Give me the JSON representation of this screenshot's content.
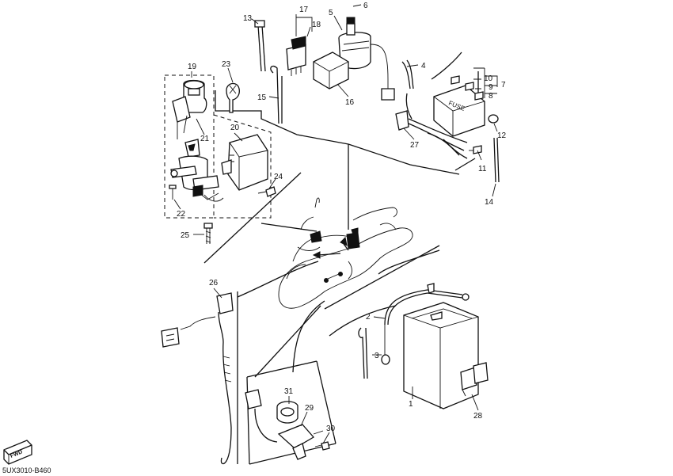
{
  "callouts": [
    {
      "id": "c1",
      "label": "1"
    },
    {
      "id": "c2",
      "label": "2"
    },
    {
      "id": "c3",
      "label": "3"
    },
    {
      "id": "c4",
      "label": "4"
    },
    {
      "id": "c5",
      "label": "5"
    },
    {
      "id": "c6",
      "label": "6"
    },
    {
      "id": "c7",
      "label": "7"
    },
    {
      "id": "c8",
      "label": "8"
    },
    {
      "id": "c9",
      "label": "9"
    },
    {
      "id": "c10",
      "label": "10"
    },
    {
      "id": "c11",
      "label": "11"
    },
    {
      "id": "c12",
      "label": "12"
    },
    {
      "id": "c13",
      "label": "13"
    },
    {
      "id": "c14",
      "label": "14"
    },
    {
      "id": "c15",
      "label": "15"
    },
    {
      "id": "c16",
      "label": "16"
    },
    {
      "id": "c17",
      "label": "17"
    },
    {
      "id": "c18",
      "label": "18"
    },
    {
      "id": "c19",
      "label": "19"
    },
    {
      "id": "c20",
      "label": "20"
    },
    {
      "id": "c21",
      "label": "21"
    },
    {
      "id": "c22",
      "label": "22"
    },
    {
      "id": "c23",
      "label": "23"
    },
    {
      "id": "c24",
      "label": "24"
    },
    {
      "id": "c25",
      "label": "25"
    },
    {
      "id": "c26",
      "label": "26"
    },
    {
      "id": "c27",
      "label": "27"
    },
    {
      "id": "c28",
      "label": "28"
    },
    {
      "id": "c29",
      "label": "29"
    },
    {
      "id": "c30",
      "label": "30"
    },
    {
      "id": "c31",
      "label": "31"
    }
  ],
  "fuse_box_label": "FUSE",
  "fwd_badge": "FWD",
  "diagram_code": "5UX3010-B460"
}
